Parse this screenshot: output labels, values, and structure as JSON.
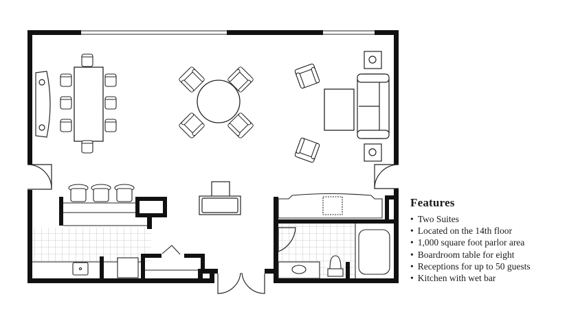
{
  "features": {
    "title": "Features",
    "items": [
      "Two Suites",
      "Located on the 14th floor",
      "1,000 square foot parlor area",
      "Boardroom table for eight",
      "Receptions for up to 50 guests",
      "Kitchen with wet bar"
    ]
  },
  "colors": {
    "wall": "#111111",
    "line": "#222222",
    "tile": "#bbbbbb"
  }
}
